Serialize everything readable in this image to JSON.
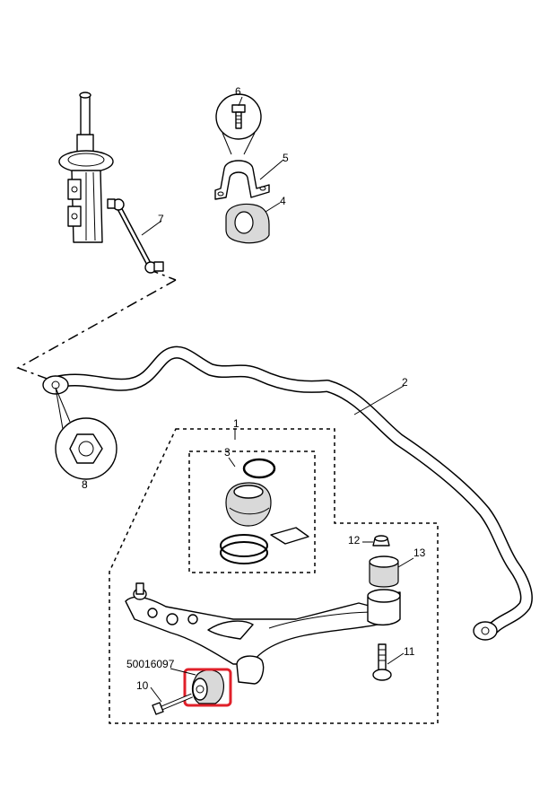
{
  "callouts": {
    "c1": "1",
    "c2": "2",
    "c3": "3",
    "c4": "4",
    "c5": "5",
    "c6": "6",
    "c7": "7",
    "c8": "8",
    "c10": "10",
    "c11": "11",
    "c12": "12",
    "c13": "13"
  },
  "part_number": "50016097",
  "highlight_color": "#e0202a"
}
